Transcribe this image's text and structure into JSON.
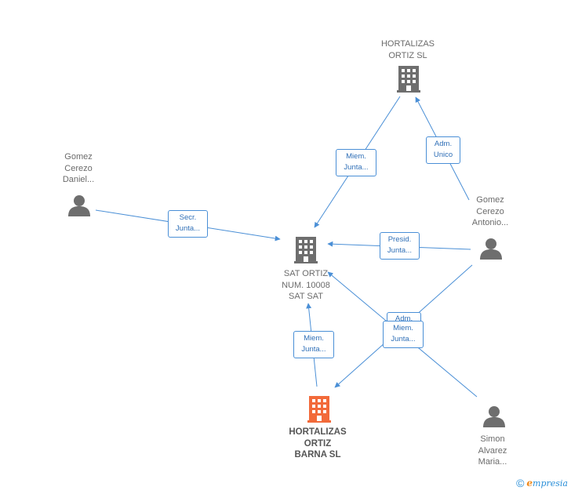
{
  "colors": {
    "edge": "#4a8fd6",
    "building_gray": "#6e6e6e",
    "building_focus": "#f26a3a",
    "person": "#6e6e6e"
  },
  "nodes": {
    "hortalizas_ortiz_sl": {
      "label": "HORTALIZAS\nORTIZ SL",
      "icon": "building-icon"
    },
    "gomez_cerezo_daniel": {
      "label": "Gomez\nCerezo\nDaniel...",
      "icon": "person-icon"
    },
    "gomez_cerezo_antonio": {
      "label": "Gomez\nCerezo\nAntonio...",
      "icon": "person-icon"
    },
    "sat_ortiz": {
      "label": "SAT ORTIZ\nNUM. 10008\nSAT SAT",
      "icon": "building-icon"
    },
    "hortalizas_ortiz_barna": {
      "label": "HORTALIZAS\nORTIZ\nBARNA SL",
      "icon": "building-icon"
    },
    "simon_alvarez": {
      "label": "Simon\nAlvarez\nMaria...",
      "icon": "person-icon"
    }
  },
  "edges": {
    "miem_junta_top": "Miem.\nJunta...",
    "adm_unico": "Adm.\nUnico",
    "secr_junta": "Secr.\nJunta...",
    "presid_junta": "Presid.\nJunta...",
    "adm_hidden": "Adm.",
    "miem_junta_right": "Miem.\nJunta...",
    "miem_junta_bottom": "Miem.\nJunta..."
  },
  "footer": {
    "copyright": "©",
    "brand_initial": "e",
    "brand_rest": "mpresia"
  }
}
